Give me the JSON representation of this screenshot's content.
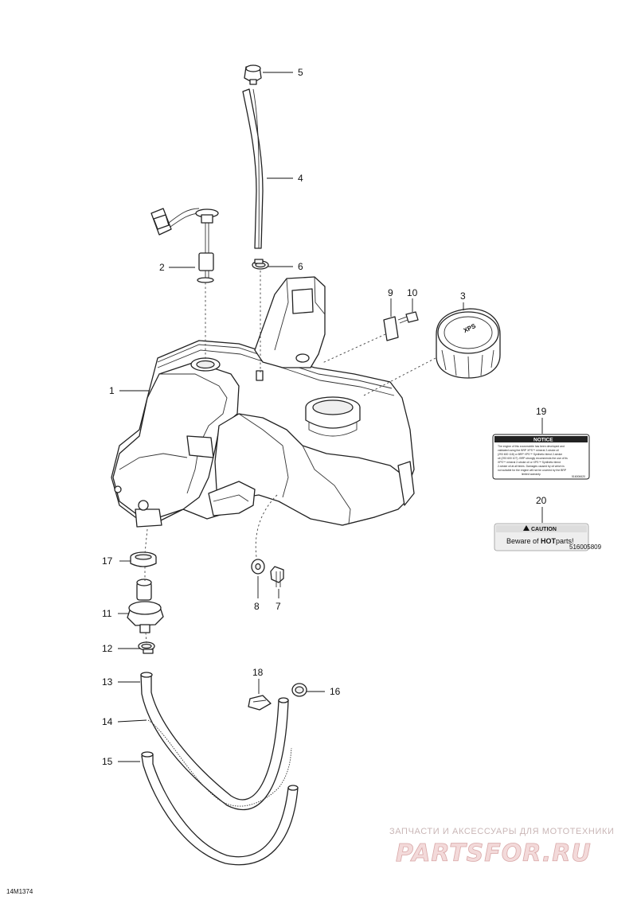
{
  "drawing_code": "14M1374",
  "callouts": {
    "c1": "1",
    "c2": "2",
    "c3": "3",
    "c4": "4",
    "c5": "5",
    "c6": "6",
    "c7": "7",
    "c8": "8",
    "c9": "9",
    "c10": "10",
    "c11": "11",
    "c12": "12",
    "c13": "13",
    "c14": "14",
    "c15": "15",
    "c16": "16",
    "c17": "17",
    "c18": "18",
    "c19": "19",
    "c20": "20"
  },
  "decal_notice": {
    "header": "NOTICE",
    "lines": [
      "The engine of this snowmobile has been developed and",
      "validated using the BRP XPS™ mineral 2-stroke oil",
      "(293 600 118) or BRP XPS™ Synthetic blend 2-stroke",
      "oil (293 600 107). BRP strongly recommends the use of its",
      "XPS™ mineral 2-stroke oil or XPS™ Synthetic blend",
      "2-stroke oil at all times. Damages caused by oil which is",
      "not suitable for the engine will not be covered by the BRP",
      "limited warranty."
    ],
    "code": "516006620"
  },
  "decal_caution": {
    "header": "CAUTION",
    "text_pre": "Beware of ",
    "text_bold": "HOT",
    "text_post": "parts!",
    "code": "516005809"
  },
  "cap_logo": "XPS",
  "watermark": {
    "tagline": "ЗАПЧАСТИ И АКСЕССУАРЫ ДЛЯ МОТОТЕХНИКИ",
    "brand": "PARTSFOR.RU"
  }
}
